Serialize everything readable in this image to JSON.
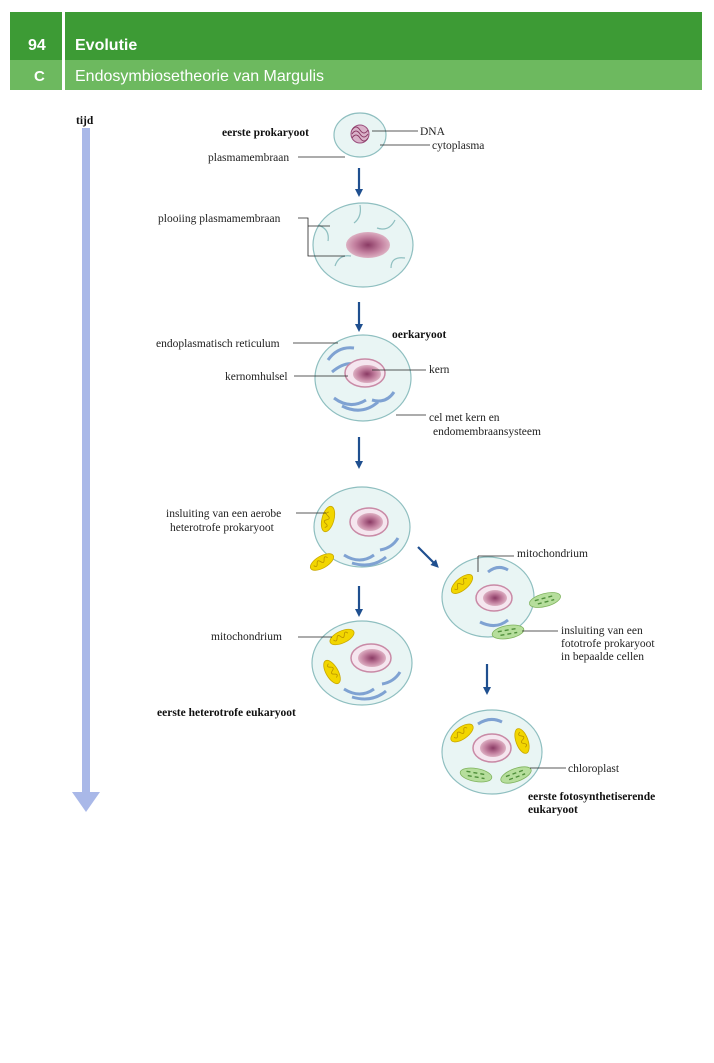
{
  "header": {
    "page_number": "94",
    "chapter_title": "Evolutie",
    "section_letter": "C",
    "section_title": "Endosymbiosetheorie van Margulis"
  },
  "diagram": {
    "time_label": "tijd",
    "labels": {
      "first_prokaryote": "eerste prokaryoot",
      "dna": "DNA",
      "cytoplasm": "cytoplasma",
      "plasma_membrane": "plasmamembraan",
      "membrane_folding": "plooiing plasmamembraan",
      "proto_eukaryote": "oerkaryoot",
      "er": "endoplasmatisch reticulum",
      "nuclear_envelope": "kernomhulsel",
      "nucleus": "kern",
      "cell_with_nucleus_1": "cel met kern en",
      "cell_with_nucleus_2": "endomembraansysteem",
      "aerobe_inclusion_1": "insluiting van een aerobe",
      "aerobe_inclusion_2": "heterotrofe prokaryoot",
      "mitochondrium_right": "mitochondrium",
      "mitochondrium_left": "mitochondrium",
      "phototroph_inclusion_1": "insluiting van een",
      "phototroph_inclusion_2": "fototrofe prokaryoot",
      "phototroph_inclusion_3": "in bepaalde cellen",
      "first_heterotroph": "eerste heterotrofe eukaryoot",
      "chloroplast": "chloroplast",
      "first_photosynthetic_1": "eerste fotosynthetiserende",
      "first_photosynthetic_2": "eukaryoot"
    }
  },
  "colors": {
    "header_dark": "#3d9b35",
    "header_light": "#6db95f",
    "arrow_blue": "#1f4f8f",
    "time_arrow": "#a9b8e8",
    "cell_fill": "#e9f5f4",
    "cell_stroke": "#8fbfc0",
    "nucleus": "#c98aa6",
    "mitochondrium": "#f2d600",
    "chloroplast": "#9ed27f",
    "er": "#7fa2d2"
  }
}
